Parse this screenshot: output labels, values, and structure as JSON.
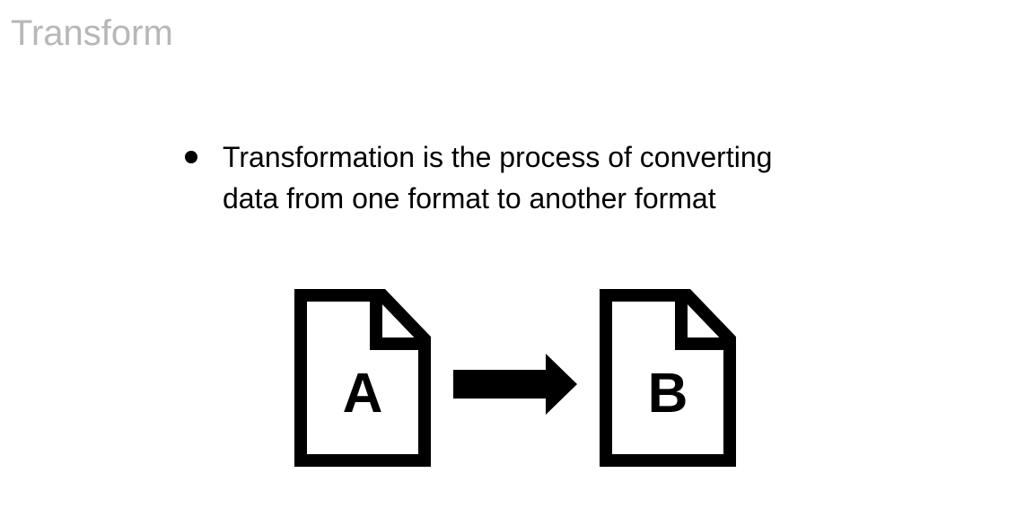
{
  "slide": {
    "title": "Transform",
    "bullet_lines": [
      "Transformation is the process of converting",
      "data from one format to another format"
    ]
  },
  "diagram": {
    "source_doc_label": "A",
    "target_doc_label": "B",
    "icons": [
      "document-icon",
      "right-arrow-icon",
      "document-icon"
    ]
  },
  "colors": {
    "title": "#b7b7b7",
    "text": "#000000",
    "background": "#ffffff"
  }
}
